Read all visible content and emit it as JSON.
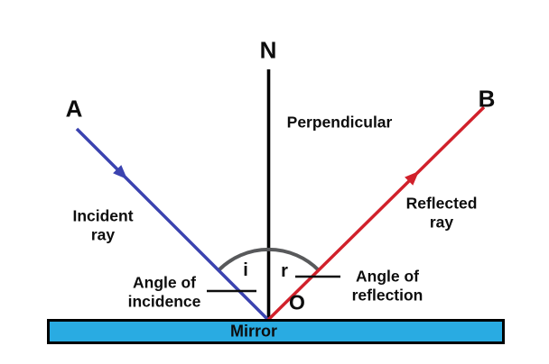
{
  "diagram": {
    "title_hint": "Reflection of light at a plane mirror",
    "labels": {
      "normal_point": "N",
      "incident_start_point": "A",
      "reflected_end_point": "B",
      "origin_point": "O",
      "angle_incidence_symbol": "i",
      "angle_reflection_symbol": "r",
      "perpendicular": "Perpendicular",
      "incident_ray": [
        "Incident",
        "ray"
      ],
      "reflected_ray": [
        "Reflected",
        "ray"
      ],
      "angle_of_incidence": [
        "Angle of",
        "incidence"
      ],
      "angle_of_reflection": [
        "Angle of",
        "reflection"
      ],
      "mirror": "Mirror"
    },
    "colors": {
      "incident_ray": "#3b43b0",
      "reflected_ray": "#d1212b",
      "normal_line": "#000000",
      "angle_arc": "#58595b",
      "leader_line": "#0d0d0d",
      "mirror_fill": "#29abe2",
      "mirror_border": "#000000",
      "text": "#0d0d0d"
    }
  }
}
